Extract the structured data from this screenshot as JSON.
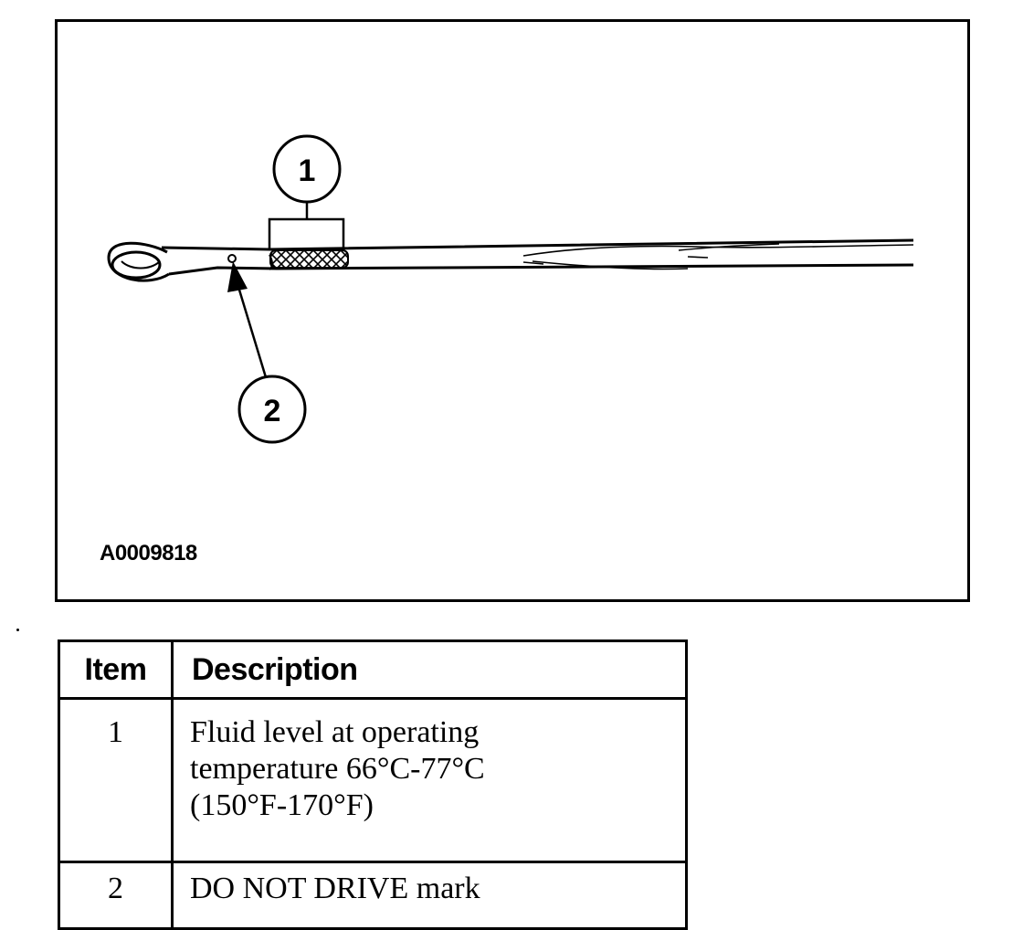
{
  "figure": {
    "id": "A0009818",
    "callouts": [
      {
        "number": "1"
      },
      {
        "number": "2"
      }
    ]
  },
  "legend": {
    "headers": {
      "item": "Item",
      "description": "Description"
    },
    "rows": [
      {
        "item": "1",
        "description_lines": [
          "Fluid level at operating",
          "temperature 66°C-77°C",
          "(150°F-170°F)"
        ]
      },
      {
        "item": "2",
        "description_lines": [
          "DO NOT DRIVE mark"
        ]
      }
    ]
  }
}
